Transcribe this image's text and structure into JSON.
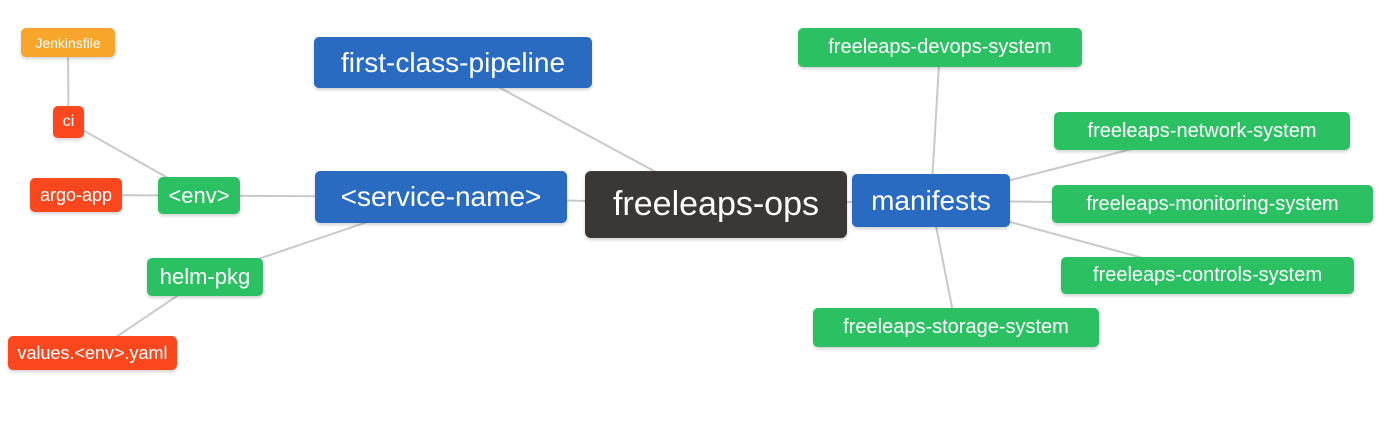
{
  "palette": {
    "blue": "#2a6bc2",
    "green": "#2bc163",
    "red": "#fb471d",
    "orange": "#f7a62b",
    "dark": "#3b3735",
    "line": "#c9c9c9",
    "text": "#ffffff",
    "background": "#ffffff"
  },
  "diagram": {
    "type": "mindmap",
    "root": "freeleaps-ops",
    "nodes": {
      "jenkinsfile": {
        "label": "Jenkinsfile",
        "color": "orange"
      },
      "ci": {
        "label": "ci",
        "color": "red"
      },
      "argo_app": {
        "label": "argo-app",
        "color": "red"
      },
      "env": {
        "label": "<env>",
        "color": "green"
      },
      "helm_pkg": {
        "label": "helm-pkg",
        "color": "green"
      },
      "values_env_yaml": {
        "label": "values.<env>.yaml",
        "color": "red"
      },
      "first_class_pipeline": {
        "label": "first-class-pipeline",
        "color": "blue"
      },
      "service_name": {
        "label": "<service-name>",
        "color": "blue"
      },
      "freeleaps_ops": {
        "label": "freeleaps-ops",
        "color": "dark"
      },
      "manifests": {
        "label": "manifests",
        "color": "blue"
      },
      "devops_system": {
        "label": "freeleaps-devops-system",
        "color": "green"
      },
      "network_system": {
        "label": "freeleaps-network-system",
        "color": "green"
      },
      "monitoring_system": {
        "label": "freeleaps-monitoring-system",
        "color": "green"
      },
      "controls_system": {
        "label": "freeleaps-controls-system",
        "color": "green"
      },
      "storage_system": {
        "label": "freeleaps-storage-system",
        "color": "green"
      }
    },
    "edges": [
      [
        "jenkinsfile",
        "ci"
      ],
      [
        "ci",
        "env"
      ],
      [
        "argo_app",
        "env"
      ],
      [
        "env",
        "service_name"
      ],
      [
        "helm_pkg",
        "service_name"
      ],
      [
        "values_env_yaml",
        "helm_pkg"
      ],
      [
        "service_name",
        "freeleaps_ops"
      ],
      [
        "first_class_pipeline",
        "freeleaps_ops"
      ],
      [
        "freeleaps_ops",
        "manifests"
      ],
      [
        "manifests",
        "devops_system"
      ],
      [
        "manifests",
        "network_system"
      ],
      [
        "manifests",
        "monitoring_system"
      ],
      [
        "manifests",
        "controls_system"
      ],
      [
        "manifests",
        "storage_system"
      ]
    ]
  }
}
